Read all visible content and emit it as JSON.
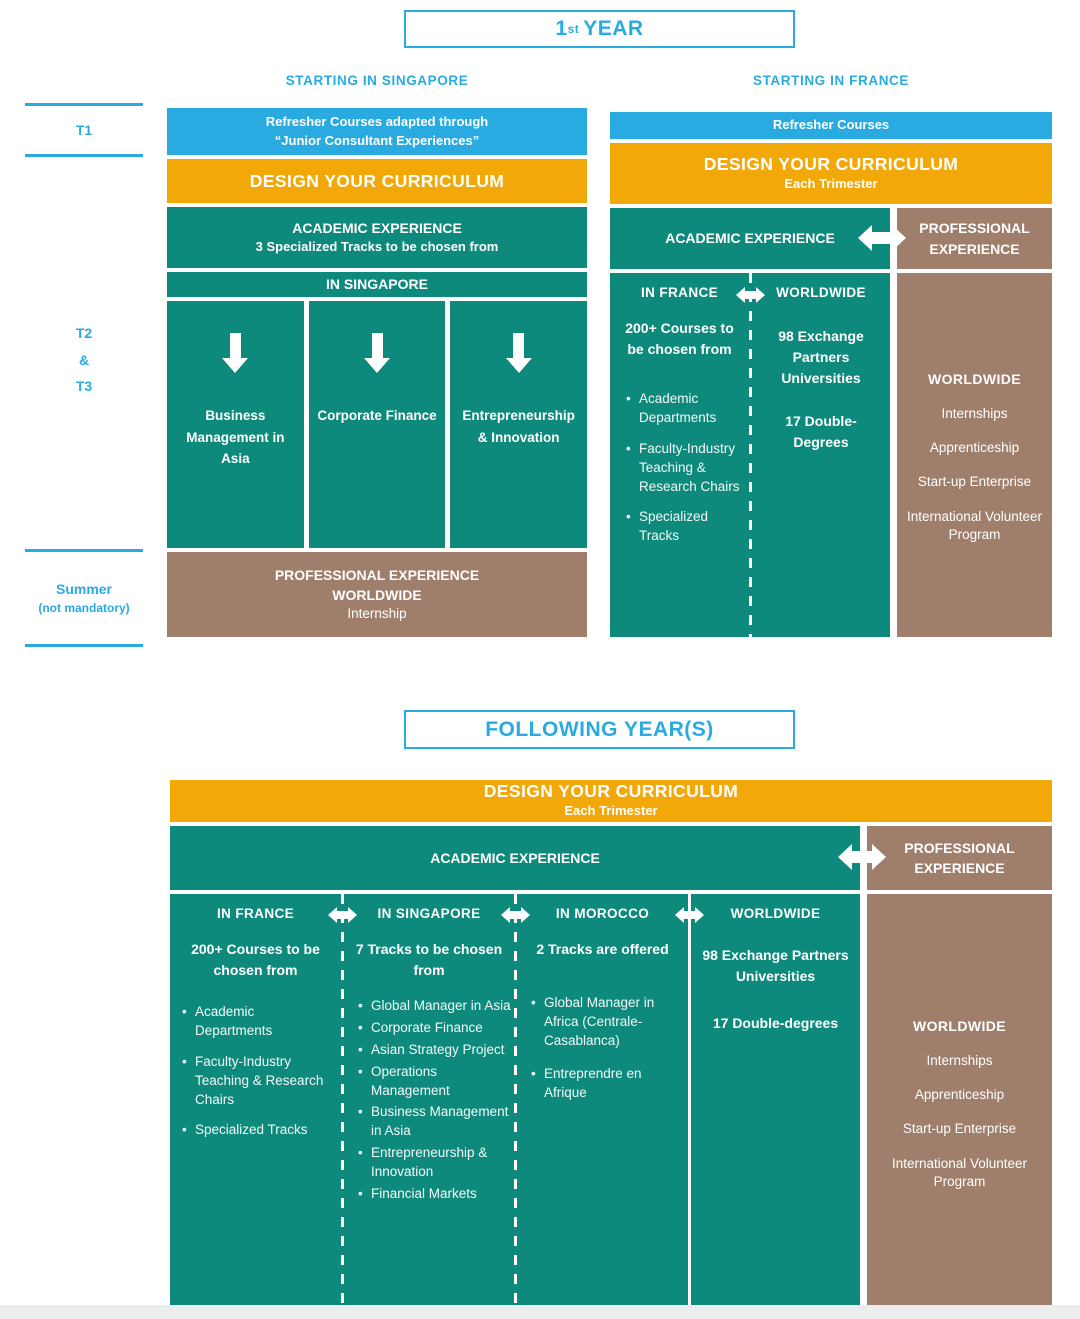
{
  "colors": {
    "accent_blue": "#29ABE2",
    "orange": "#F3A80A",
    "teal": "#0E8A7C",
    "brown": "#9F7E6B",
    "footer_strip": "#ECEDEE"
  },
  "year1": {
    "title": {
      "num": "1",
      "sup": "st",
      "rest": "YEAR"
    },
    "left": {
      "header": "STARTING IN SINGAPORE",
      "t1_label": "T1",
      "t23_lines": [
        "T2",
        "&",
        "T3"
      ],
      "summer_label": "Summer",
      "summer_note": "(not mandatory)",
      "refresher_line1": "Refresher Courses adapted through",
      "refresher_line2": "“Junior Consultant Experiences”",
      "design": "DESIGN YOUR CURRICULUM",
      "academic_title": "ACADEMIC EXPERIENCE",
      "academic_subtitle": "3 Specialized Tracks to be chosen from",
      "location": "IN SINGAPORE",
      "tracks": [
        "Business Management in Asia",
        "Corporate Finance",
        "Entrepreneurship & Innovation"
      ],
      "professional_line1": "PROFESSIONAL EXPERIENCE",
      "professional_line2": "WORLDWIDE",
      "professional_line3": "Internship"
    },
    "right": {
      "header": "STARTING IN FRANCE",
      "refresher": "Refresher Courses",
      "design_title": "DESIGN YOUR CURRICULUM",
      "design_subtitle": "Each Trimester",
      "academic_header": "ACADEMIC EXPERIENCE",
      "professional_header": "PROFESSIONAL EXPERIENCE",
      "france": {
        "header": "IN FRANCE",
        "intro": "200+ Courses to be chosen from",
        "bullets": [
          "Academic Departments",
          "Faculty-Industry Teaching & Research Chairs",
          "Specialized Tracks"
        ]
      },
      "worldwide": {
        "header": "WORLDWIDE",
        "items": [
          "98 Exchange Partners Universities",
          "17 Double-Degrees"
        ]
      },
      "professional_panel": {
        "header": "WORLDWIDE",
        "items": [
          "Internships",
          "Apprenticeship",
          "Start-up Enterprise",
          "International Volunteer Program"
        ]
      }
    }
  },
  "following": {
    "title": "FOLLOWING YEAR(S)",
    "design_title": "DESIGN YOUR CURRICULUM",
    "design_subtitle": "Each Trimester",
    "academic_header": "ACADEMIC EXPERIENCE",
    "professional_header": "PROFESSIONAL EXPERIENCE",
    "columns": [
      {
        "header": "IN FRANCE",
        "intro": "200+ Courses to be chosen from",
        "bullets": [
          "Academic Departments",
          "Faculty-Industry Teaching & Research Chairs",
          "Specialized Tracks"
        ]
      },
      {
        "header": "IN SINGAPORE",
        "intro": "7 Tracks to be chosen from",
        "bullets": [
          "Global Manager in Asia",
          "Corporate Finance",
          "Asian Strategy Project",
          "Operations Management",
          "Business Management in Asia",
          "Entrepreneurship & Innovation",
          "Financial Markets"
        ]
      },
      {
        "header": "IN MOROCCO",
        "intro": "2 Tracks are offered",
        "bullets": [
          "Global Manager in Africa (Centrale-Casablanca)",
          "Entreprendre en Afrique"
        ]
      },
      {
        "header": "WORLDWIDE",
        "items": [
          "98 Exchange Partners Universities",
          "17 Double-degrees"
        ]
      }
    ],
    "professional_panel": {
      "header": "WORLDWIDE",
      "items": [
        "Internships",
        "Apprenticeship",
        "Start-up Enterprise",
        "International Volunteer Program"
      ]
    }
  }
}
